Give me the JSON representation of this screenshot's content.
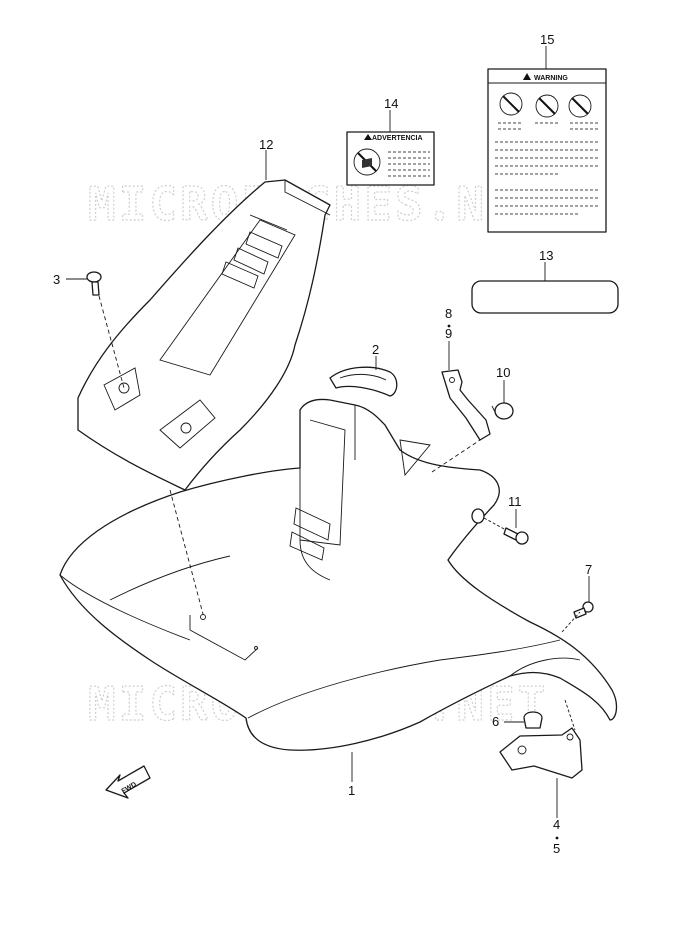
{
  "watermark": "MICROFICHES.NET",
  "labels": {
    "warning_title": "WARNING",
    "advertencia_title": "ADVERTENCIA",
    "fwd_arrow": "FWD"
  },
  "callouts": {
    "c1": "1",
    "c2": "2",
    "c3": "3",
    "c4": "4",
    "c5": "5",
    "c6": "6",
    "c7": "7",
    "c8": "8",
    "c9": "9",
    "c10": "10",
    "c11": "11",
    "c12": "12",
    "c13": "13",
    "c14": "14",
    "c15": "15"
  }
}
